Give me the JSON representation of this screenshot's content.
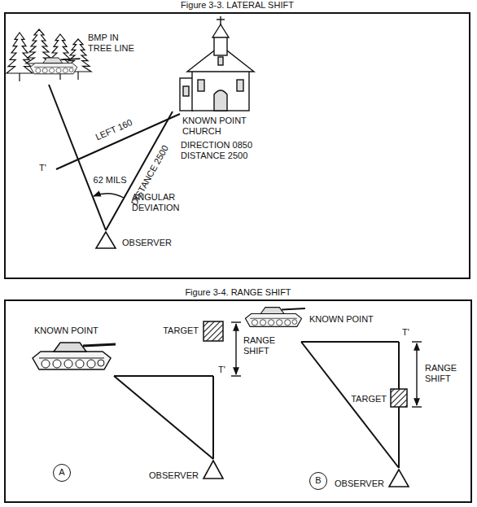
{
  "diagram": {
    "nodes": [
      {
        "text": [
          "Figure 3-3. LATERAL SHIFT"
        ]
      },
      {
        "text": [
          "Figure 3-4. RANGE SHIFT"
        ]
      },
      {
        "text": [
          "A"
        ],
        "in": 1
      },
      {
        "text": [
          "B"
        ],
        "in": 1
      }
    ],
    "labels": [
      "BMP IN TREE LINE",
      "LEFT 160",
      "T'",
      "KNOWN POINT CHURCH",
      "DIRECTION 0850 DISTANCE 2500",
      "DISTANCE 2500",
      "62 MILS",
      "ANGULAR DEVIATION",
      "OBSERVER",
      "KNOWN POINT",
      "TARGET",
      "RANGE SHIFT",
      "T'",
      "OBSERVER",
      "KNOWN POINT",
      "T'",
      "RANGE SHIFT",
      "TARGET",
      "OBSERVER"
    ]
  }
}
